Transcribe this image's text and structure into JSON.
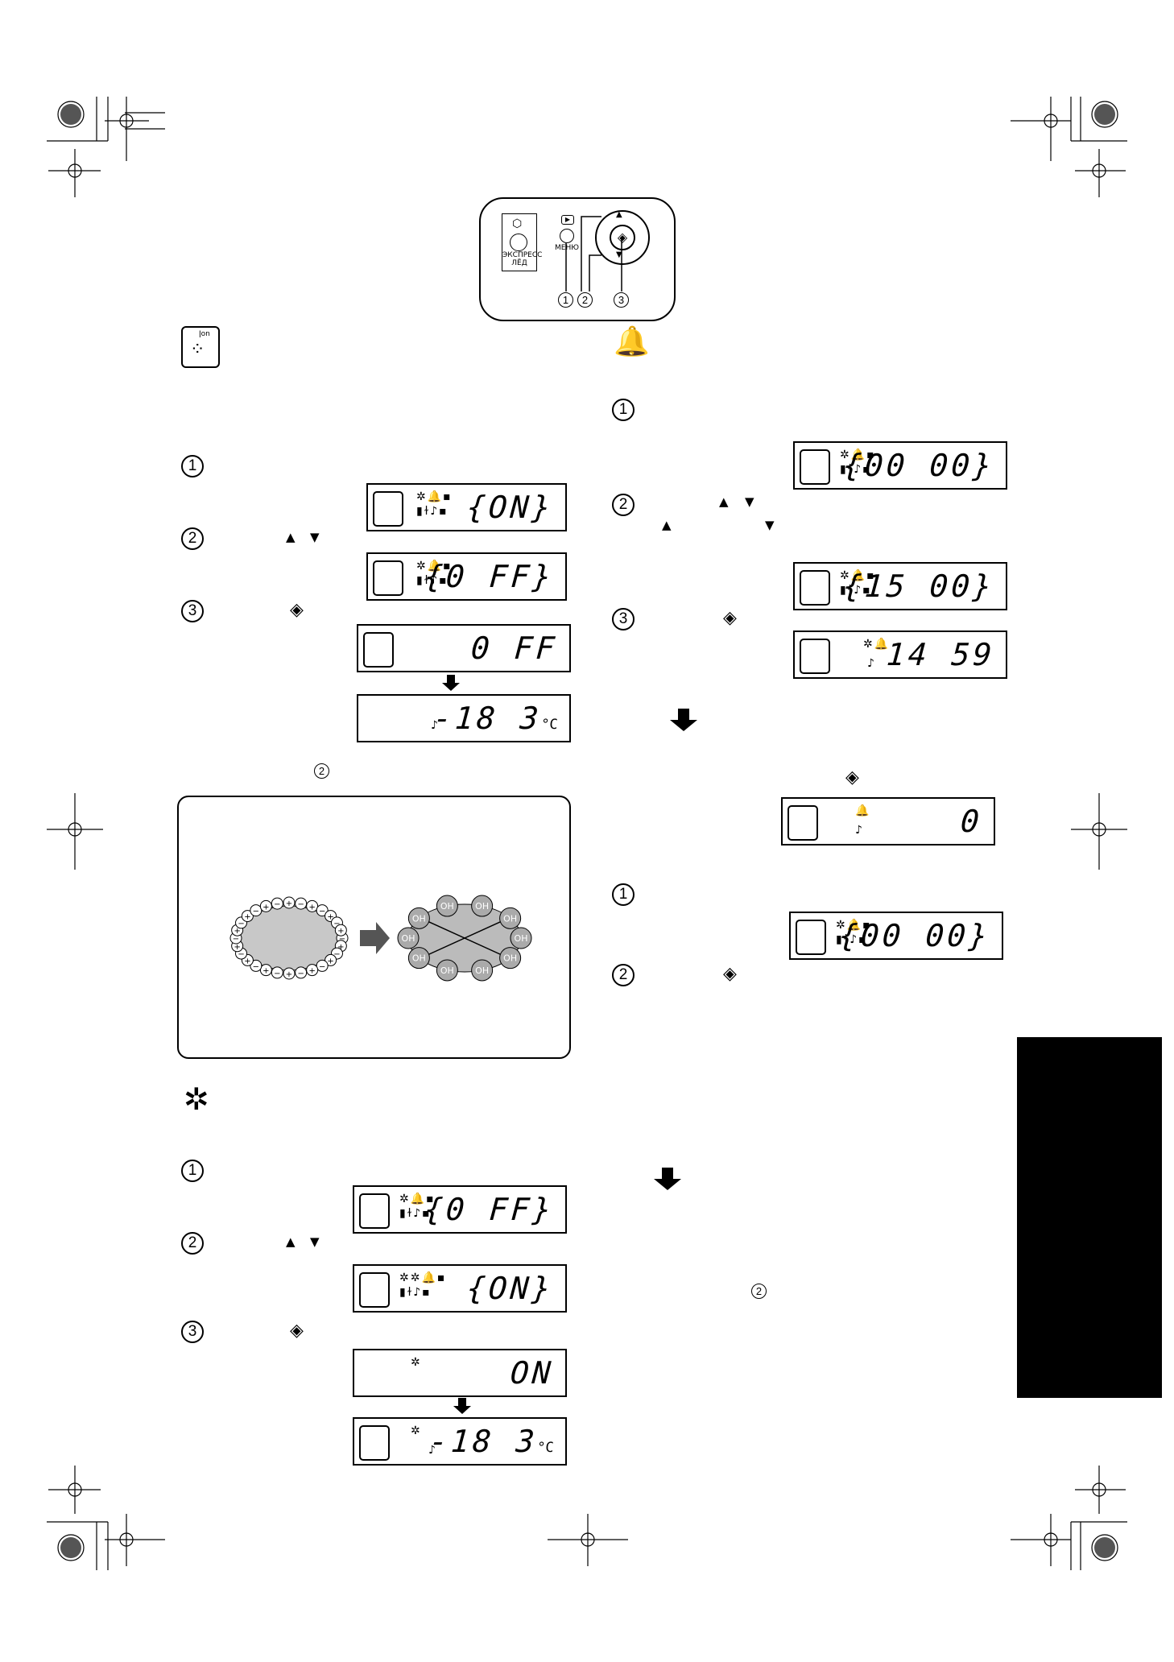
{
  "control_panel": {
    "express_label": "ЭКСПРЕСС\nЛЁД",
    "menu_label": "МЕНЮ",
    "callouts": [
      "1",
      "2",
      "3"
    ]
  },
  "steps": {
    "one": "1",
    "two": "2",
    "three": "3"
  },
  "arrows": {
    "up": "▲",
    "down": "▼",
    "enter": "◈"
  },
  "ion_section": {
    "lcd1": "{ON}",
    "lcd2": "{0 FF}",
    "lcd3": "0 FF",
    "lcd4_value": "-18  3",
    "lcd4_unit": "°C",
    "note_ref": "2"
  },
  "ion_illustration": {
    "plus": "+",
    "minus": "−",
    "oh": "OH"
  },
  "express_section": {
    "lcd1": "{0 FF}",
    "lcd2": "{ON}",
    "lcd3": "ON",
    "lcd4_value": "-18  3",
    "lcd4_unit": "°C"
  },
  "alarm_section": {
    "lcd1": "{00 00}",
    "lcd2": "{15 00}",
    "lcd3": "14 59",
    "lcd4": "0",
    "lcd5": "{00 00}",
    "note_ref": "2"
  },
  "colors": {
    "ink": "#000000",
    "paper": "#ffffff",
    "blob": "#c8c8c8",
    "tab": "#000000"
  }
}
